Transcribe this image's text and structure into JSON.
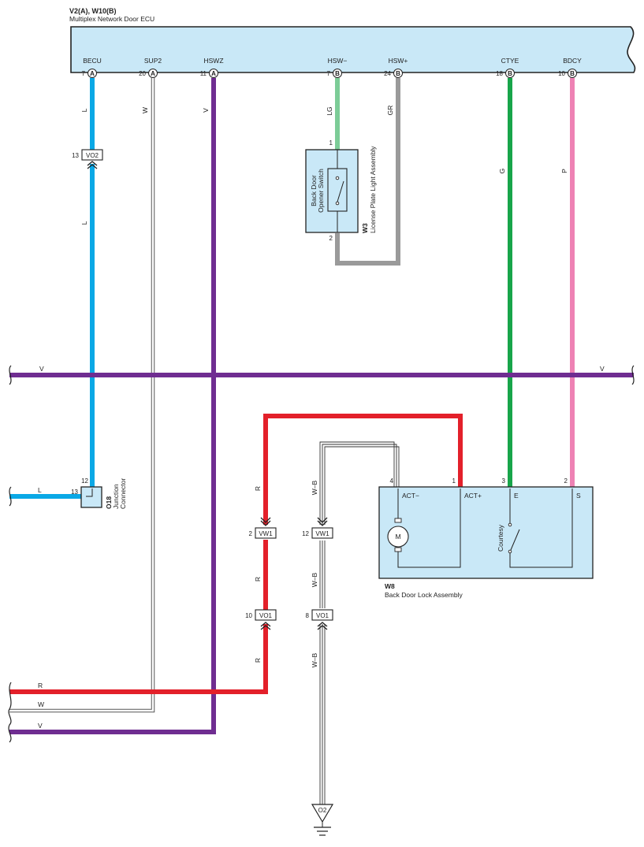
{
  "ecu": {
    "id": "V2(A), W10(B)",
    "name": "Multiplex Network Door ECU"
  },
  "ecu_pins": [
    {
      "name": "BECU",
      "num": "7",
      "conn": "A"
    },
    {
      "name": "SUP2",
      "num": "20",
      "conn": "A"
    },
    {
      "name": "HSWZ",
      "num": "11",
      "conn": "A"
    },
    {
      "name": "HSW−",
      "num": "7",
      "conn": "B"
    },
    {
      "name": "HSW+",
      "num": "24",
      "conn": "B"
    },
    {
      "name": "CTYE",
      "num": "18",
      "conn": "B"
    },
    {
      "name": "BDCY",
      "num": "10",
      "conn": "B"
    }
  ],
  "wire_labels": {
    "becu_1": "L",
    "becu_2": "L",
    "sup2": "W",
    "hswz": "V",
    "hsw_minus": "LG",
    "hsw_plus": "GR",
    "ctye": "G",
    "bdcy": "P",
    "bus_left": "V",
    "bus_right": "V",
    "l_left": "L",
    "r_1": "R",
    "r_2": "R",
    "r_3": "R",
    "wb_1": "W–B",
    "wb_2": "W–B",
    "wb_3": "W–B",
    "bottom_r": "R",
    "bottom_w": "W",
    "bottom_v": "V"
  },
  "connectors": {
    "vo2": {
      "num": "13",
      "name": "VO2"
    },
    "vw1_r": {
      "num": "2",
      "name": "VW1"
    },
    "vw1_wb": {
      "num": "12",
      "name": "VW1"
    },
    "vo1_r": {
      "num": "10",
      "name": "VO1"
    },
    "vo1_wb": {
      "num": "8",
      "name": "VO1"
    }
  },
  "w3": {
    "id": "W3",
    "name": "License Plate Light Assembly",
    "switch_label_1": "Back Door",
    "switch_label_2": "Opener Switch",
    "pin_top": "1",
    "pin_bottom": "2"
  },
  "o18": {
    "id": "O18",
    "name_1": "Junction",
    "name_2": "Connector",
    "pin_top": "12",
    "pin_left": "13"
  },
  "w8": {
    "id": "W8",
    "name": "Back Door Lock Assembly",
    "pins": [
      "4",
      "1",
      "3",
      "2"
    ],
    "terms": [
      "ACT−",
      "ACT+",
      "E",
      "S"
    ],
    "motor": "M",
    "switch": "Courtesy"
  },
  "ground": {
    "label": "O2"
  },
  "colors": {
    "blue": "#0aa8e6",
    "purple": "#6f2d91",
    "green": "#18a54a",
    "pink": "#ee82b4",
    "red": "#e3202a",
    "gray": "#9a9a9a",
    "lightgreen": "#7ccc97",
    "panel": "#c9e8f7"
  }
}
